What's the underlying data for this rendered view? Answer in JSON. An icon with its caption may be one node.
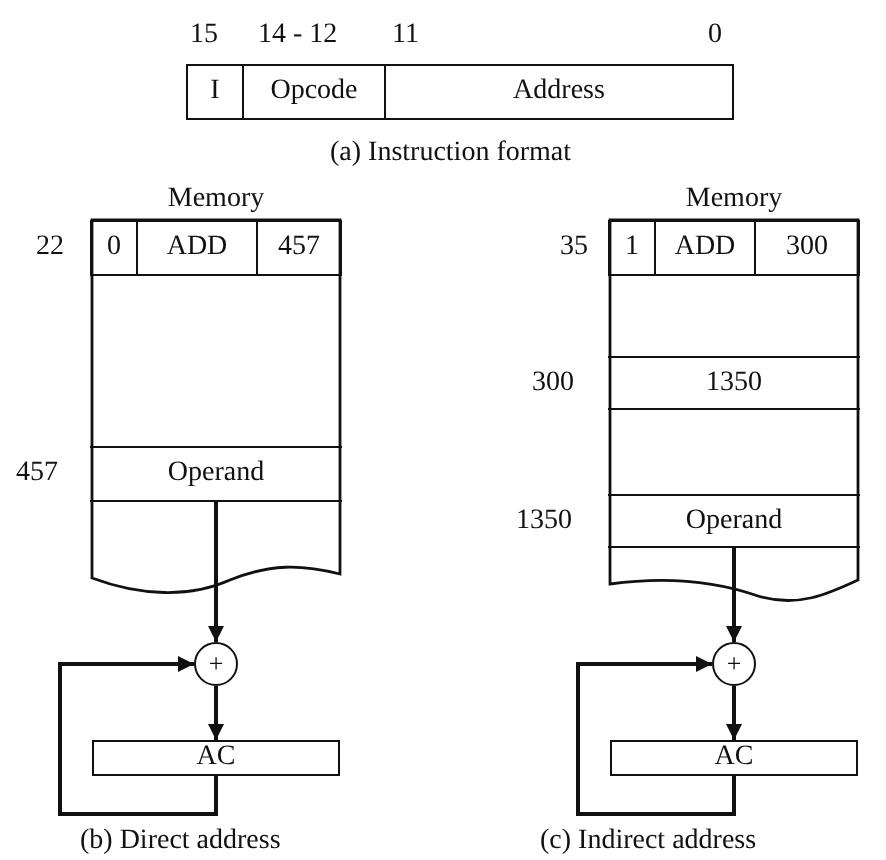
{
  "diagram": {
    "nodes": [
      {
        "text": [
          "I"
        ]
      },
      {
        "text": [
          "Opcode"
        ]
      },
      {
        "text": [
          "Address"
        ]
      },
      {
        "text": [
          "Memory"
        ]
      },
      {
        "text": [
          "0"
        ],
        "in": 3
      },
      {
        "text": [
          "ADD"
        ],
        "in": 3
      },
      {
        "text": [
          "457"
        ],
        "in": 3
      },
      {
        "text": [
          "Operand"
        ],
        "in": 3
      },
      {
        "text": [
          "+"
        ]
      },
      {
        "text": [
          "AC"
        ]
      },
      {
        "text": [
          "Memory"
        ]
      },
      {
        "text": [
          "1"
        ],
        "in": 10
      },
      {
        "text": [
          "ADD"
        ],
        "in": 10
      },
      {
        "text": [
          "300"
        ],
        "in": 10
      },
      {
        "text": [
          "1350"
        ],
        "in": 10
      },
      {
        "text": [
          "Operand"
        ],
        "in": 10
      },
      {
        "text": [
          "+"
        ]
      },
      {
        "text": [
          "AC"
        ]
      }
    ],
    "edges": [
      {
        "from": 7,
        "to": 8,
        "arrow": "to"
      },
      {
        "from": 8,
        "to": 9,
        "arrow": "to"
      },
      {
        "from": 9,
        "to": 8,
        "arrow": "to"
      },
      {
        "from": 15,
        "to": 16,
        "arrow": "to"
      },
      {
        "from": 16,
        "to": 17,
        "arrow": "to"
      },
      {
        "from": 17,
        "to": 16,
        "arrow": "to"
      }
    ],
    "labels": [
      "15",
      "14 - 12",
      "11",
      "0",
      "(a) Instruction format",
      "22",
      "35",
      "300",
      "457",
      "1350",
      "(b) Direct address",
      "(c) Indirect address"
    ]
  }
}
